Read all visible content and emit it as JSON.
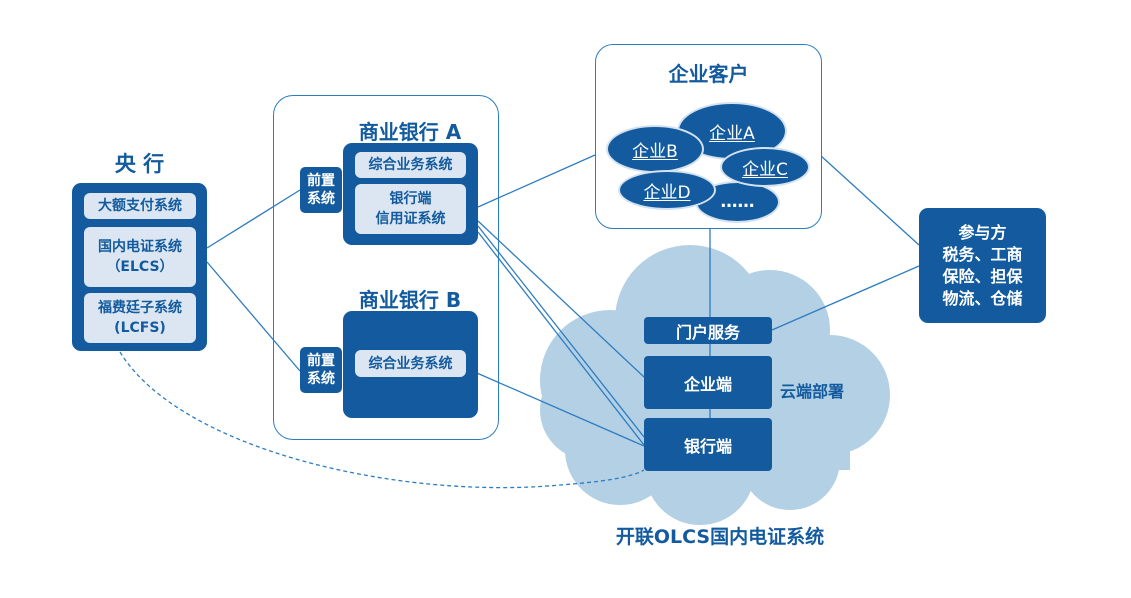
{
  "central_bank": {
    "title": "央 行",
    "systems": [
      {
        "label": "大额支付系统"
      },
      {
        "label": "国内电证系统\n（ELCS）",
        "line1": "国内电证系统",
        "line2": "（ELCS）"
      },
      {
        "label": "福费廷子系统\n(LCFS)",
        "line1": "福费廷子系统",
        "line2": "(LCFS)"
      }
    ]
  },
  "bank_a": {
    "title": "商业银行 A",
    "front_system": {
      "line1": "前置",
      "line2": "系统"
    },
    "systems": [
      {
        "label": "综合业务系统"
      },
      {
        "line1": "银行端",
        "line2": "信用证系统"
      }
    ]
  },
  "bank_b": {
    "title": "商业银行 B",
    "front_system": {
      "line1": "前置",
      "line2": "系统"
    },
    "systems": [
      {
        "label": "综合业务系统"
      }
    ]
  },
  "enterprise_clients": {
    "title": "企业客户",
    "items": [
      "企业A",
      "企业B",
      "企业C",
      "企业D",
      "……"
    ]
  },
  "participants": {
    "title": "参与方",
    "lines": [
      "税务、工商",
      "保险、担保",
      "物流、仓储"
    ]
  },
  "cloud": {
    "label": "云端部署",
    "services": [
      "门户服务",
      "企业端",
      "银行端"
    ]
  },
  "caption": "开联OLCS国内电证系统",
  "colors": {
    "primary": "#135b9e",
    "light_fill": "#dce6f2",
    "cloud": "#b3d0e5",
    "line": "#2e7cc0"
  }
}
